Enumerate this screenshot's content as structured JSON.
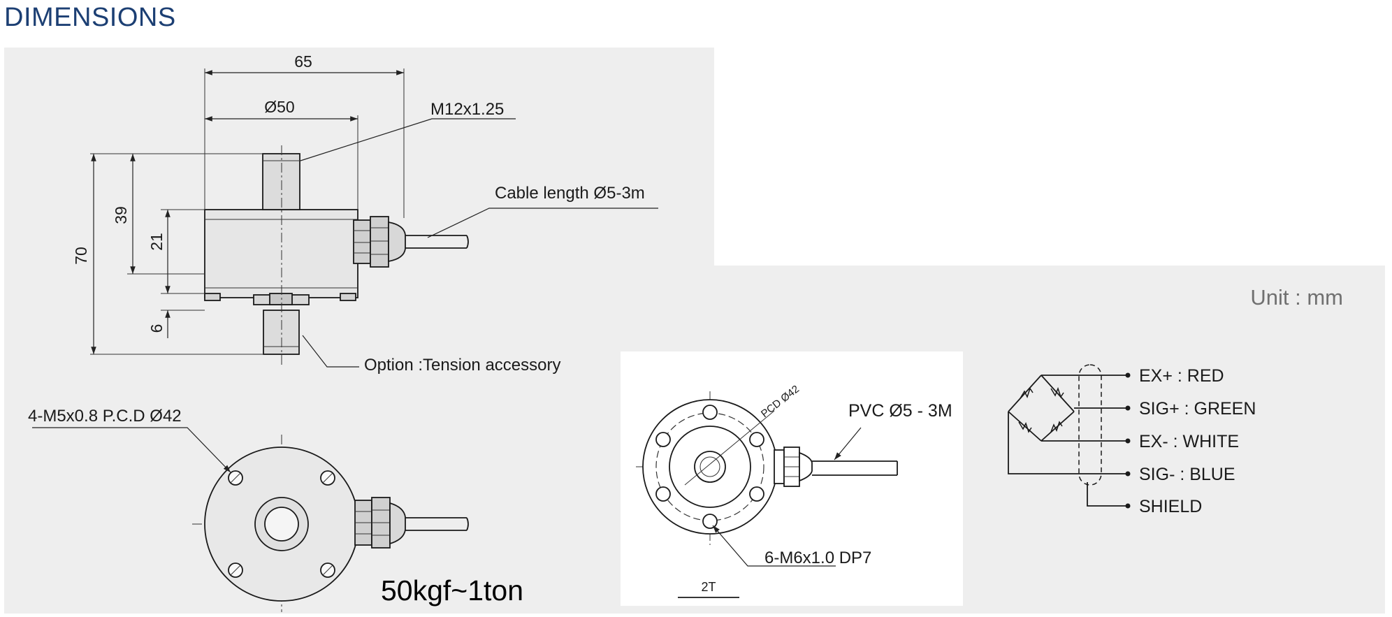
{
  "heading": "DIMENSIONS",
  "unit_label": "Unit : mm",
  "side_view": {
    "dim_width": "65",
    "dim_diameter": "Ø50",
    "dim_height_total": "70",
    "dim_height_39": "39",
    "dim_height_21": "21",
    "dim_height_6": "6",
    "thread_callout": "M12x1.25",
    "cable_callout": "Cable length Ø5-3m",
    "option_callout": "Option :Tension accessory"
  },
  "bottom_view": {
    "hole_callout": "4-M5x0.8 P.C.D Ø42"
  },
  "capacity_range": "50kgf~1ton",
  "inset_2t": {
    "pcd_label": "PCD Ø42",
    "cable_label": "PVC Ø5 - 3M",
    "hole_callout": "6-M6x1.0 DP7",
    "model_label": "2T"
  },
  "wiring": {
    "items": [
      {
        "label": "EX+ : RED"
      },
      {
        "label": "SIG+ : GREEN"
      },
      {
        "label": "EX- : WHITE"
      },
      {
        "label": "SIG- : BLUE"
      },
      {
        "label": "SHIELD"
      }
    ]
  }
}
